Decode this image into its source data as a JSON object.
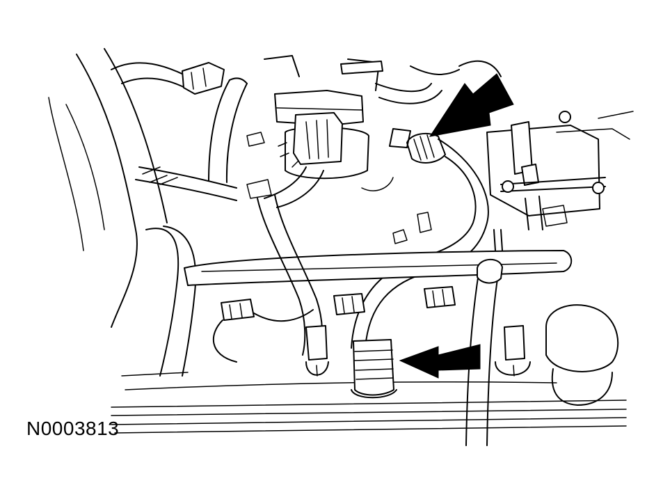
{
  "figure": {
    "id_label": "N0003813",
    "line_color": "#000000",
    "background_color": "#ffffff",
    "callouts": [
      {
        "name": "upper-callout-arrow",
        "points_to": "upper-hose-quick-connect-coupling"
      },
      {
        "name": "lower-callout-arrow",
        "points_to": "lower-hose-quick-connect-coupling"
      }
    ]
  }
}
